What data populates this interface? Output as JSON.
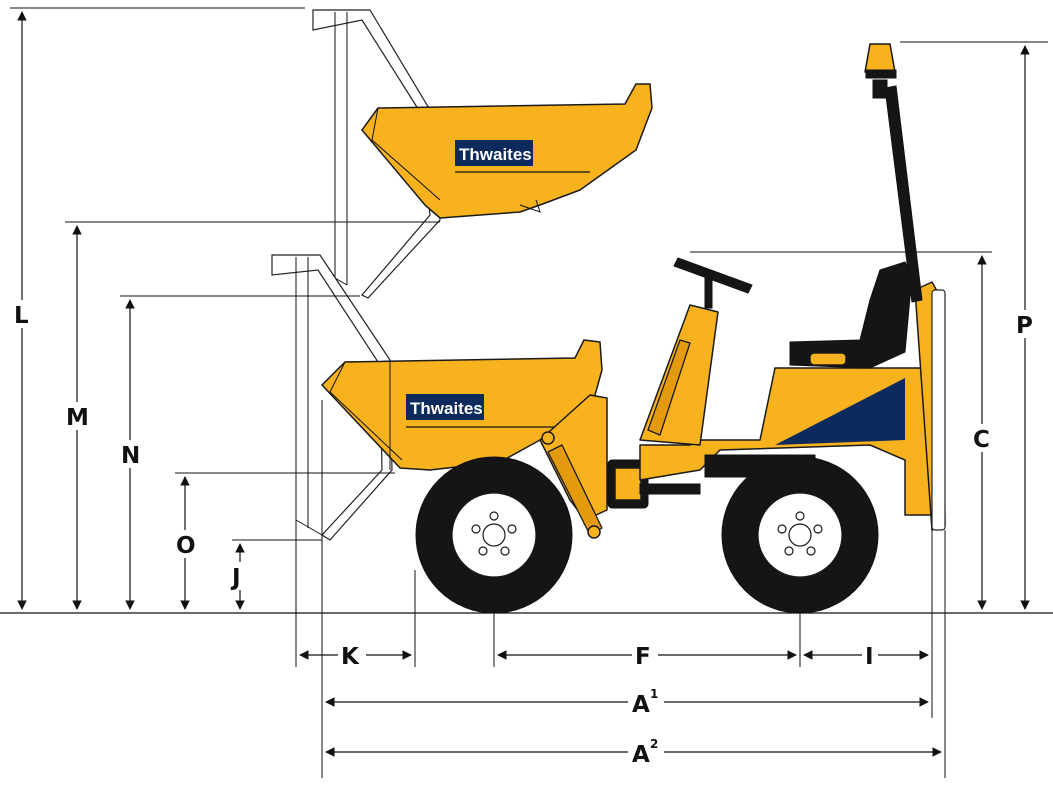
{
  "brand": {
    "name": "Thwaites",
    "color_body": "#f7b21e",
    "color_panel": "#0d2a5c"
  },
  "dimensions": {
    "L": "L",
    "M": "M",
    "N": "N",
    "O": "O",
    "J": "J",
    "K": "K",
    "F": "F",
    "I": "I",
    "A1_letter": "A",
    "A1_sup": "1",
    "A2_letter": "A",
    "A2_sup": "2",
    "C": "C",
    "P": "P"
  }
}
